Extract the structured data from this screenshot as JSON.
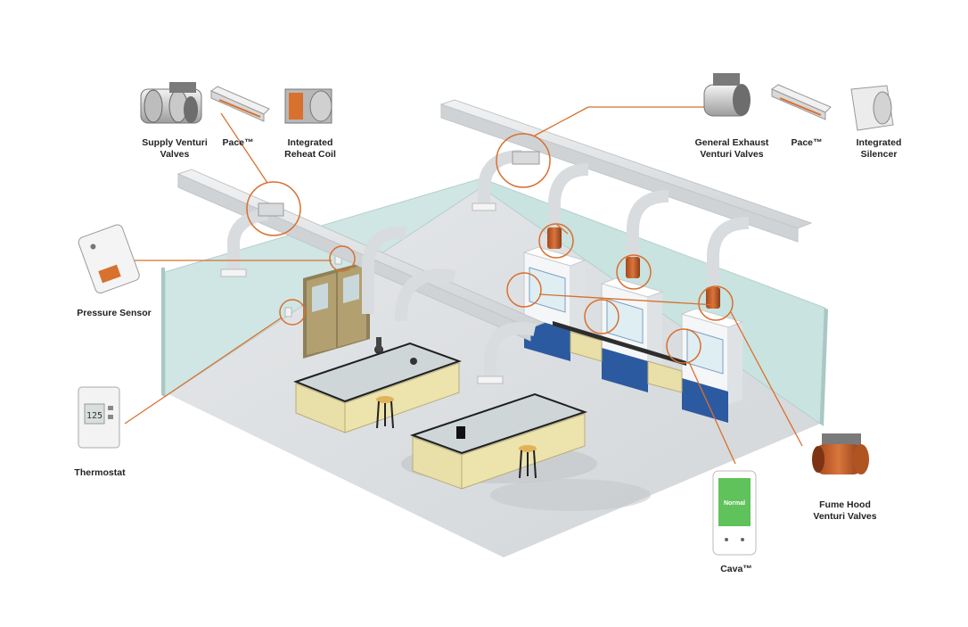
{
  "labels": {
    "supply_valves": [
      "Supply Venturi",
      "Valves"
    ],
    "pace_left": [
      "Pace™"
    ],
    "reheat_coil": [
      "Integrated",
      "Reheat Coil"
    ],
    "general_exhaust": [
      "General Exhaust",
      "Venturi Valves"
    ],
    "pace_right": [
      "Pace™"
    ],
    "silencer": [
      "Integrated",
      "Silencer"
    ],
    "pressure_sensor": [
      "Pressure Sensor"
    ],
    "thermostat": [
      "Thermostat"
    ],
    "fume_hood": [
      "Fume Hood",
      "Venturi Valves"
    ],
    "cava": [
      "Cava™"
    ]
  },
  "device_text": {
    "thermostat_display": "125",
    "cava_screen_title": "Normal"
  },
  "colors": {
    "callout": "#d8702e",
    "wall": "#cfe6e4",
    "floor": "#dcdfe1",
    "duct": "#e4e6e8",
    "cabinet": "#2c5aa0",
    "bench": "#e9dfa8",
    "door": "#a89566",
    "screen": "#5fc25a"
  }
}
